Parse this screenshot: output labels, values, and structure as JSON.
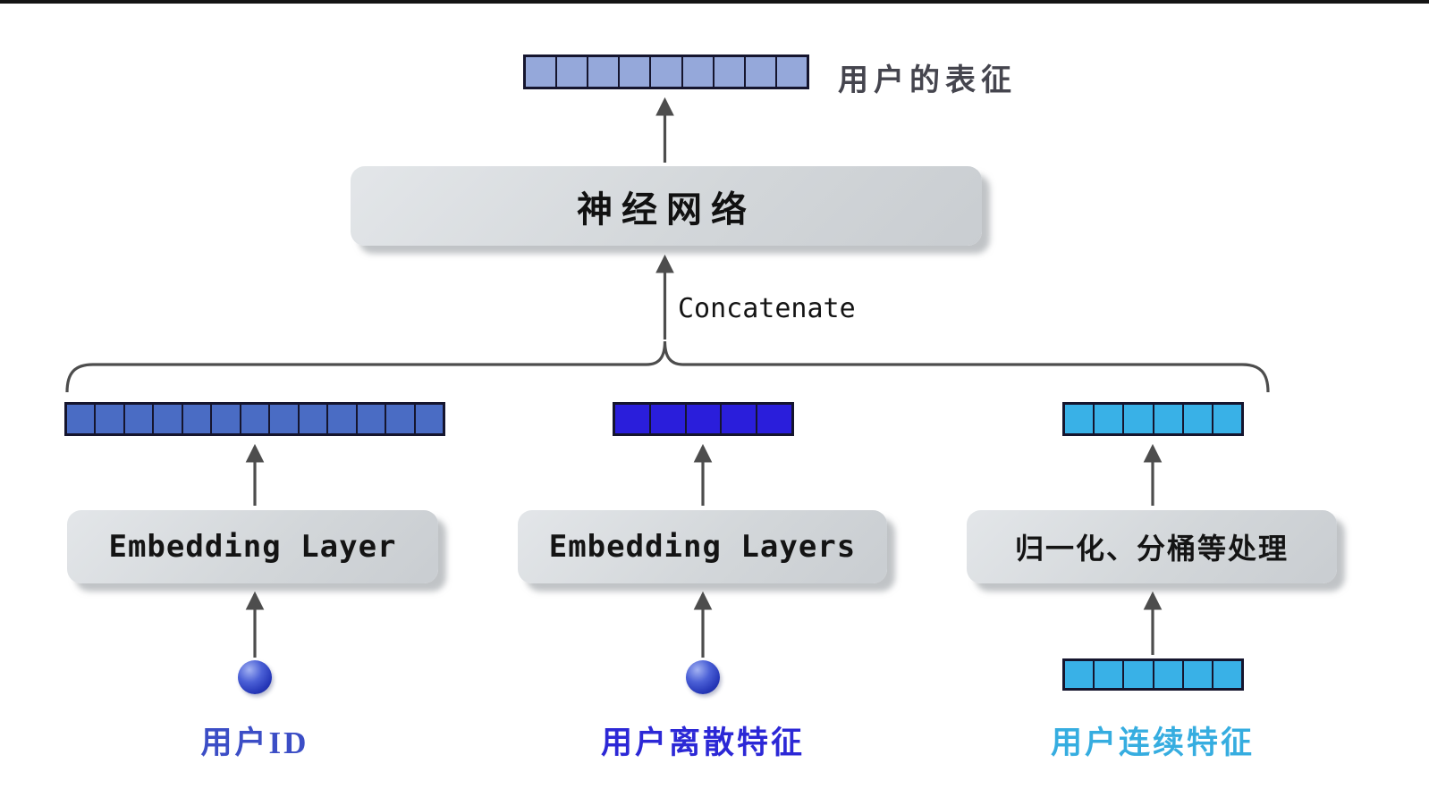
{
  "canvas": {
    "top_line_color": "#141414",
    "arrow_color": "#4d4d4d",
    "brace_color": "#4d4d4d"
  },
  "output": {
    "label": "用户的表征",
    "label_color": "#45454e",
    "vector": {
      "cells": 9,
      "fill": "#95a8da",
      "border": "#15152e"
    }
  },
  "network": {
    "label": "神经网络"
  },
  "concatenate_label": "Concatenate",
  "branches": [
    {
      "vector": {
        "cells": 13,
        "fill": "#4a6cc4",
        "border": "#15152e"
      },
      "box_label": "Embedding Layer",
      "input_type": "sphere",
      "label": "用户ID",
      "label_color": "#3c4ec6"
    },
    {
      "vector": {
        "cells": 5,
        "fill": "#2a1edb",
        "border": "#15152e"
      },
      "box_label": "Embedding Layers",
      "input_type": "sphere",
      "label": "用户离散特征",
      "label_color": "#2c28d6"
    },
    {
      "vector": {
        "cells": 6,
        "fill": "#39b1e7",
        "border": "#15152e"
      },
      "box_label": "归一化、分桶等处理",
      "input_type": "vector",
      "input_vector": {
        "cells": 6,
        "fill": "#39b1e7",
        "border": "#15152e"
      },
      "label": "用户连续特征",
      "label_color": "#36ade0"
    }
  ]
}
